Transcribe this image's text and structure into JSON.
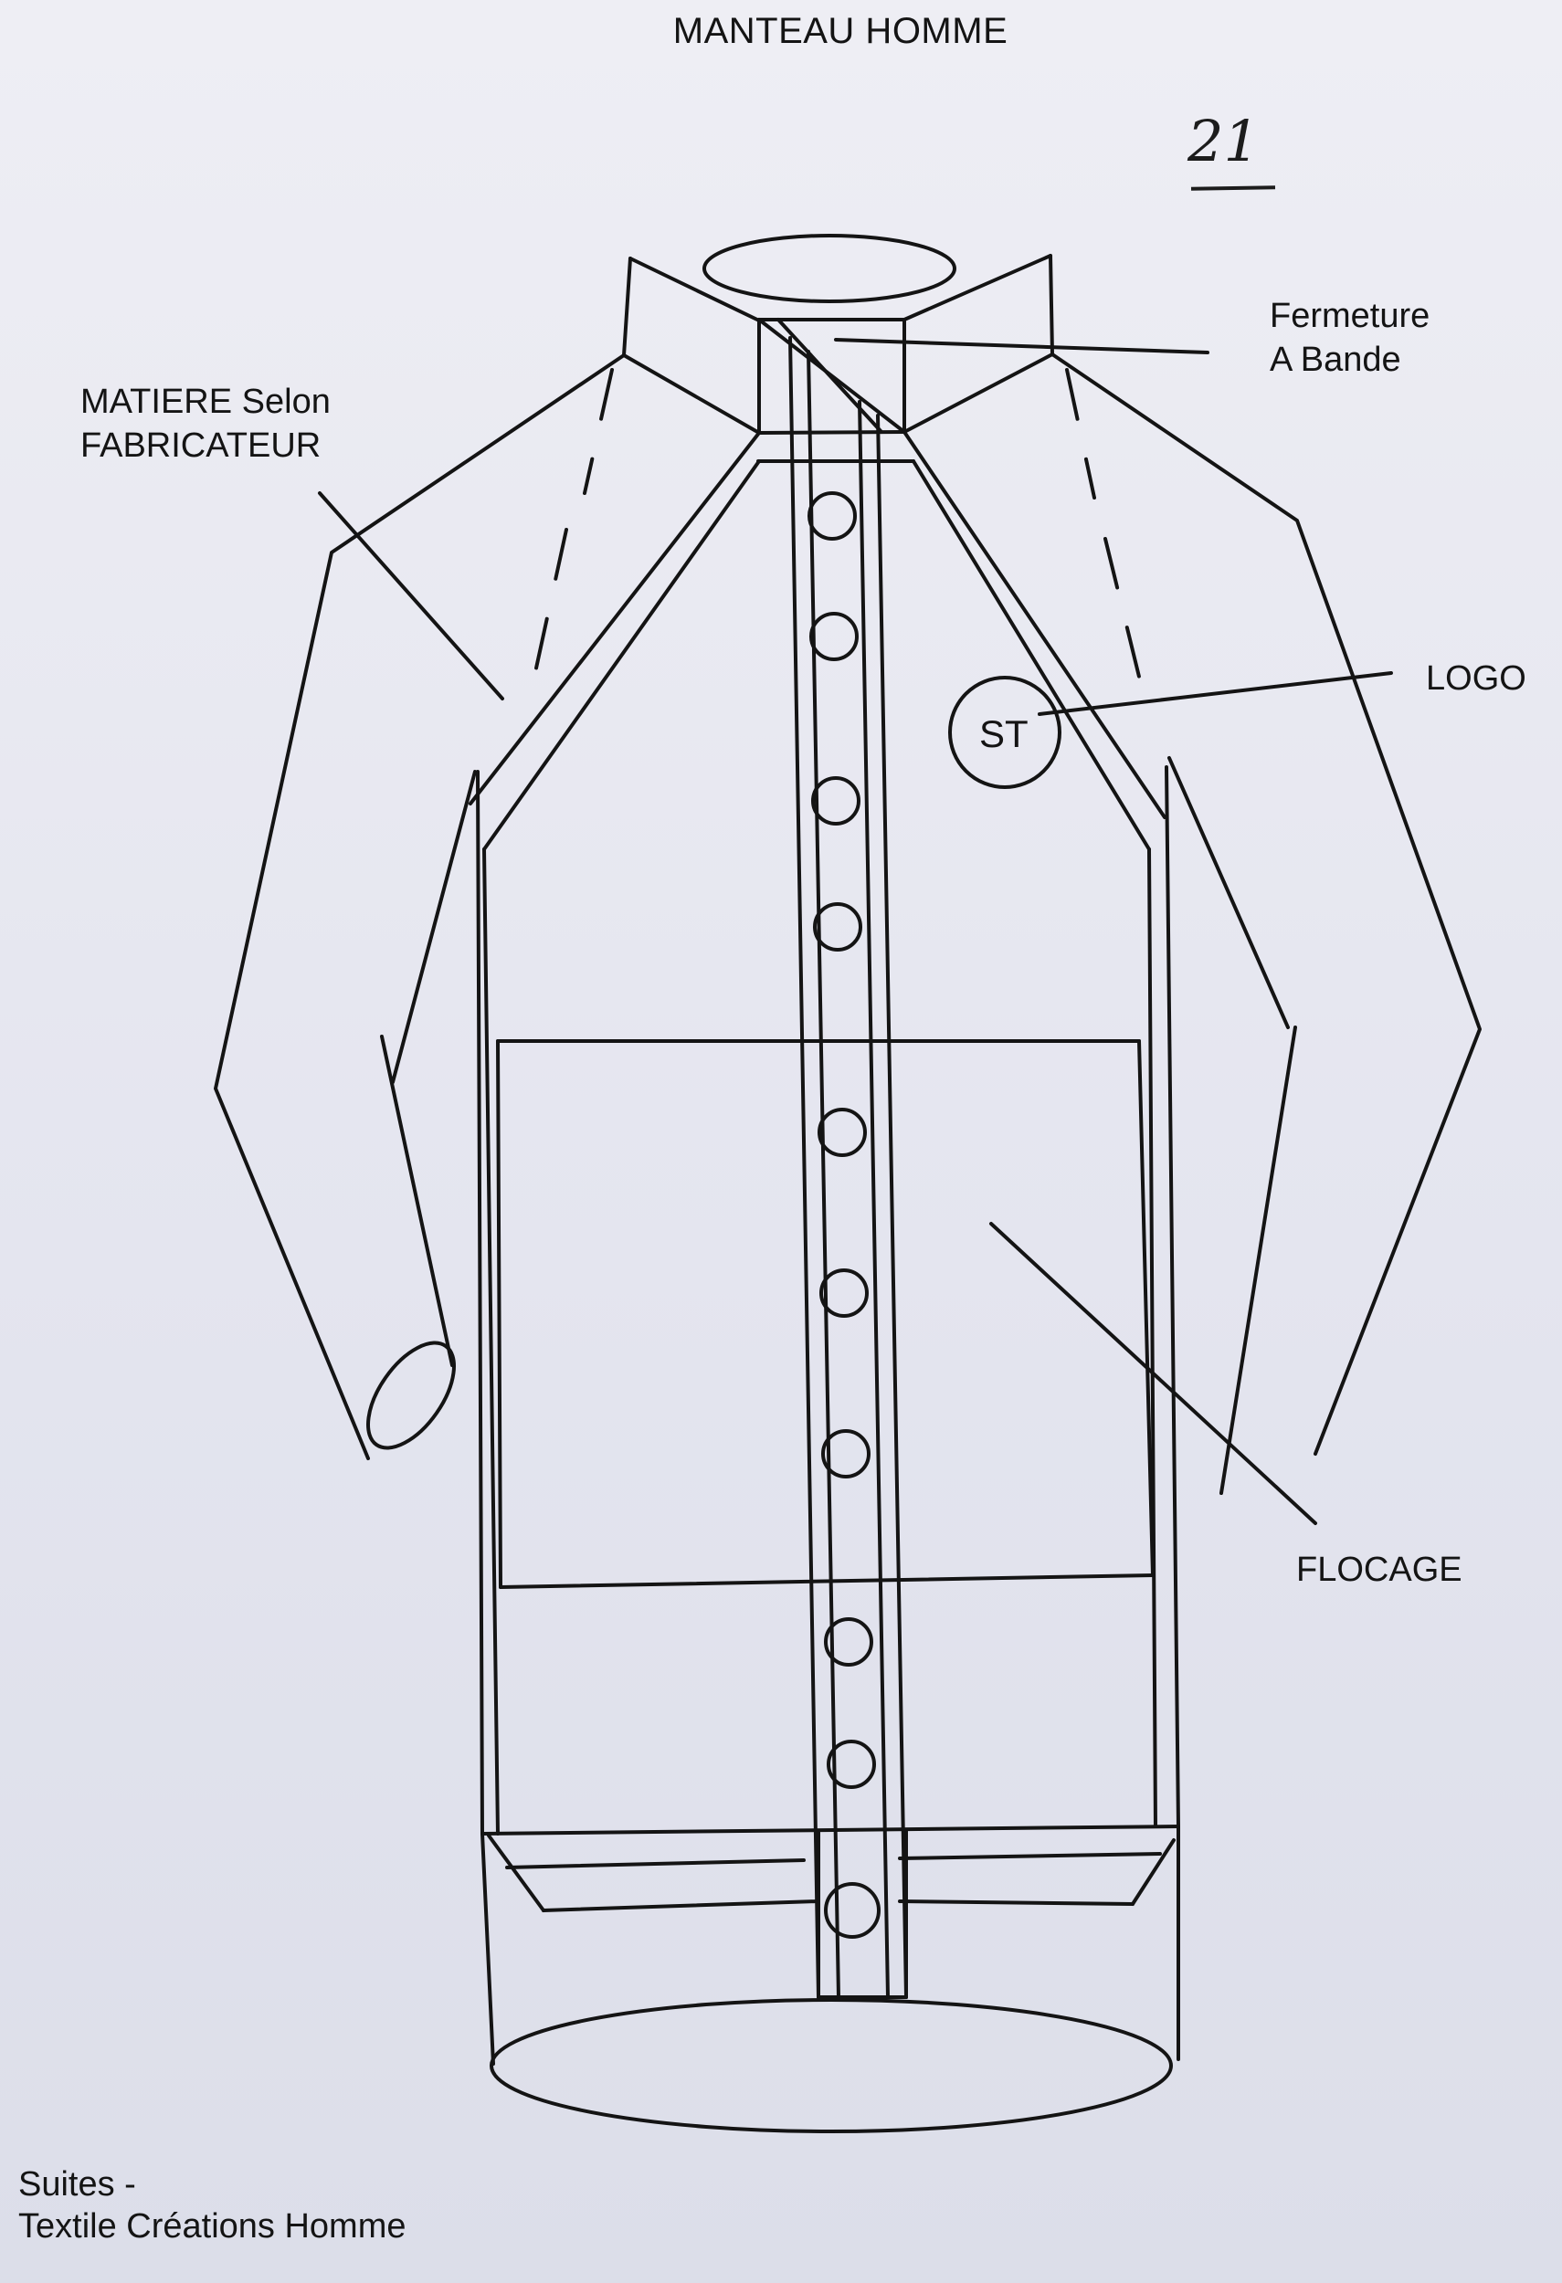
{
  "title": "MANTEAU HOMME",
  "page_number": "21",
  "callouts": {
    "fermeture": {
      "line1": "Fermeture",
      "line2": "A Bande"
    },
    "matiere": {
      "line1": "MATIERE Selon",
      "line2": "FABRICATEUR"
    },
    "logo": "LOGO",
    "flocage": "FLOCAGE"
  },
  "logo_mark": "ST",
  "footer": {
    "line1": "Suites -",
    "line2": "Textile Créations Homme"
  },
  "colors": {
    "ink": "#141414",
    "paper": "#e6e7f0"
  }
}
